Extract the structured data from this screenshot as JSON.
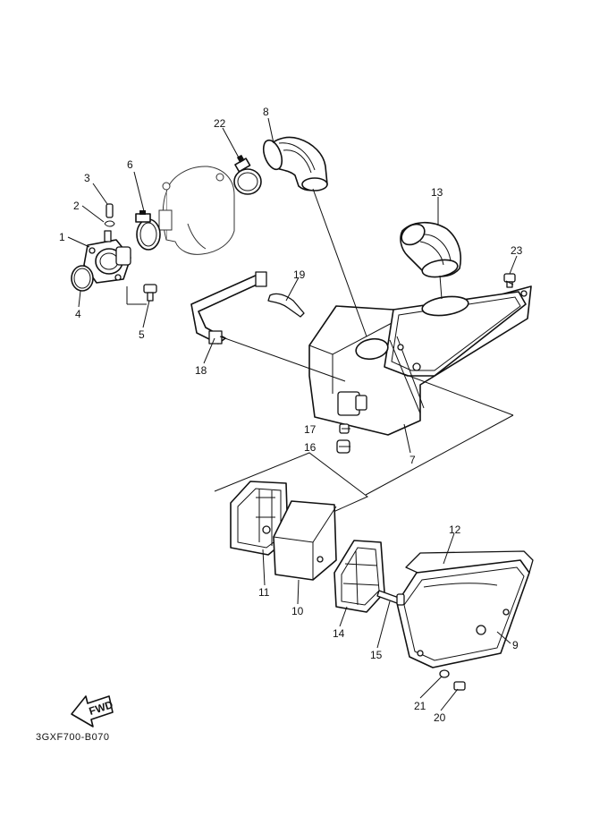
{
  "diagram_code": "3GXF700-B070",
  "fwd_label": "FWD",
  "callouts": [
    "1",
    "2",
    "3",
    "4",
    "5",
    "6",
    "7",
    "8",
    "9",
    "10",
    "11",
    "12",
    "13",
    "14",
    "15",
    "16",
    "17",
    "18",
    "19",
    "20",
    "21",
    "22",
    "23"
  ]
}
